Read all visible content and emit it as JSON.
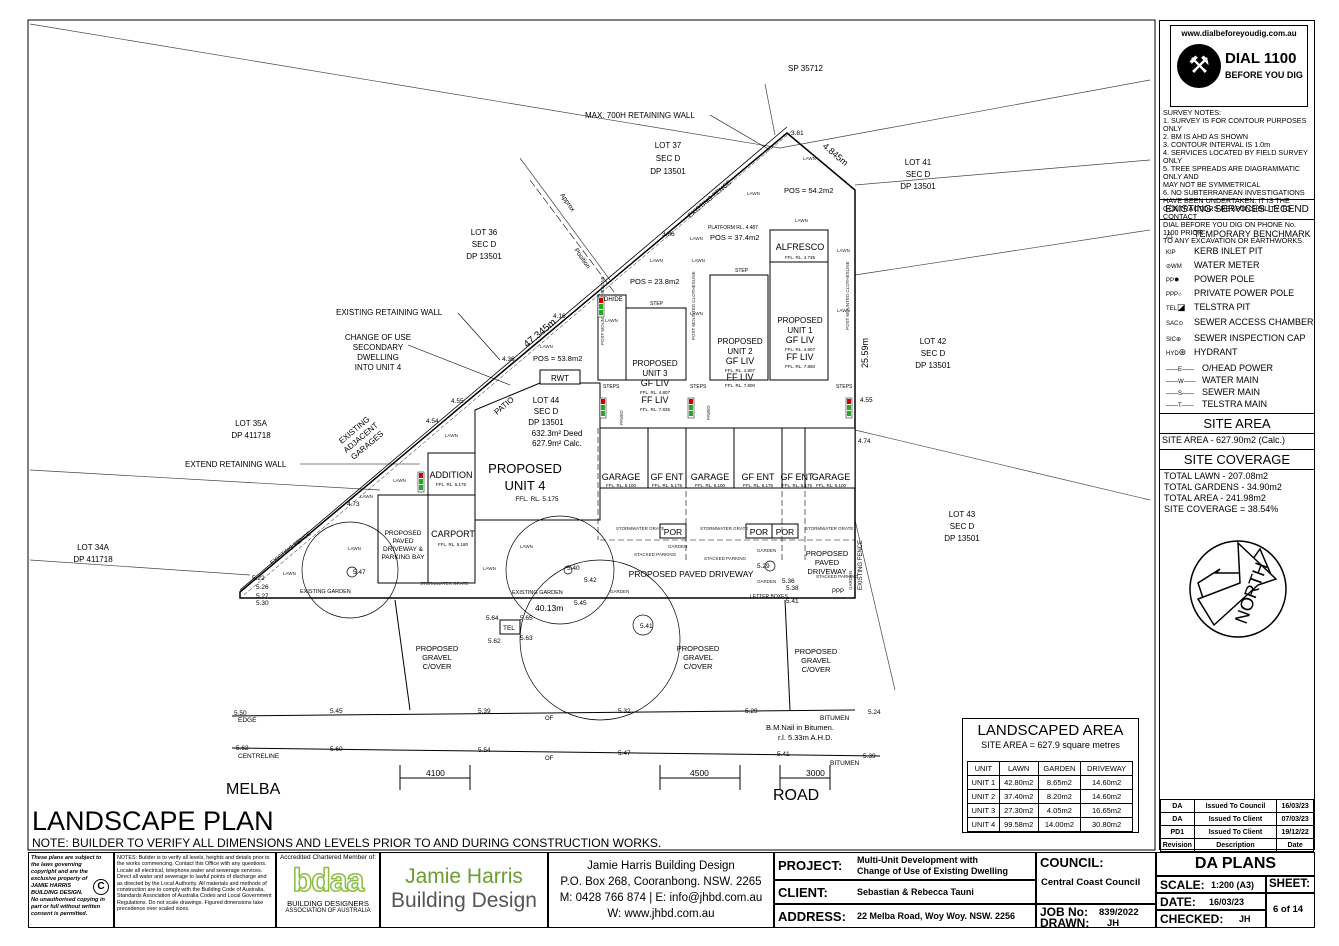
{
  "drawing": {
    "title": "LANDSCAPE PLAN",
    "note": "NOTE: BUILDER TO VERIFY ALL DIMENSIONS AND LEVELS PRIOR TO AND DURING CONSTRUCTION WORKS.",
    "road_left": "MELBA",
    "road_right": "ROAD",
    "lots": {
      "sp": "SP 35712",
      "lot37": [
        "LOT 37",
        "SEC D",
        "DP 13501"
      ],
      "lot36": [
        "LOT 36",
        "SEC D",
        "DP 13501"
      ],
      "lot41": [
        "LOT 41",
        "SEC D",
        "DP 13501"
      ],
      "lot42": [
        "LOT 42",
        "SEC D",
        "DP 13501"
      ],
      "lot43": [
        "LOT 43",
        "SEC D",
        "DP 13501"
      ],
      "lot35a": [
        "LOT 35A",
        "DP 411718"
      ],
      "lot34a": [
        "LOT 34A",
        "DP 411718"
      ],
      "lot44": [
        "LOT 44",
        "SEC D",
        "DP 13501",
        "632.3m² Deed",
        "627.9m² Calc."
      ]
    },
    "callouts": {
      "retaining_max": "MAX. 700H RETAINING WALL",
      "retaining_exist": "EXISTING RETAINING WALL",
      "change_use": [
        "CHANGE OF USE",
        "SECONDARY",
        "DWELLING",
        "INTO UNIT 4"
      ],
      "extend_wall": "EXTEND RETAINING WALL",
      "existing_garages": [
        "EXISTING",
        "ADJACENT",
        "GARAGES"
      ],
      "existing_fence": "EXISTING FENCE",
      "existing_garden": "EXISTING GARDEN",
      "letter_boxes": "LETTER BOXES",
      "bm_nail": [
        "B.M.Nail in Bitumen.",
        "r.l. 5.33m A.H.D."
      ],
      "edge": "EDGE",
      "centreline": "CENTRELINE",
      "bitumen": "BITUMEN",
      "of": "OF",
      "tel": "TEL",
      "ppp": "PPP",
      "dhde": "DH/DE",
      "rwt": "RWT",
      "patio": "PATIO",
      "step": "STEP",
      "steps": "STEPS",
      "lawn": "LAWN",
      "garden": "GARDEN",
      "paved": "PAVED",
      "stacked": "STACKED PARKING",
      "stormwater": "STORMWATER GRATE",
      "clothesline": "POST MOUNTED CLOTHESLINE",
      "approx": "Approx",
      "position": "Position"
    },
    "units": {
      "u1": [
        "PROPOSED",
        "UNIT 1",
        "GF LIV",
        "FF LIV"
      ],
      "u1_ffl": [
        "FFL. RL. 4.807",
        "FFL. RL. 7.850"
      ],
      "u2": [
        "PROPOSED",
        "UNIT 2",
        "GF LIV",
        "FF LIV"
      ],
      "u2_ffl": [
        "FFL. RL. 4.807",
        "FFL. RL. 7.800"
      ],
      "u3": [
        "PROPOSED",
        "UNIT 3",
        "GF LIV",
        "FF LIV"
      ],
      "u3_ffl": [
        "FFL. RL. 4.807",
        "FFL. RL. 7.835"
      ],
      "u4": [
        "PROPOSED",
        "UNIT 4"
      ],
      "u4_ffl": "FFL. RL. 5.175",
      "alfresco": "ALFRESCO",
      "alfresco_ffl": "FFL. RL. 4.735",
      "platform": "PLATFORM RL. 4.487",
      "addition": "ADDITION",
      "addition_ffl": "FFL. RL. 5.175",
      "carport": "CARPORT",
      "carport_ffl": "FFL. RL. 5.180",
      "garage": "GARAGE",
      "gf_ent": "GF ENT",
      "garage_ffl": [
        "FFL. RL. 5.100",
        "FFL. RL. 5.100",
        "FFL. RL. 5.100"
      ],
      "gfent_ffl": [
        "FFL. RL. 5.175",
        "FFL. RL. 5.175",
        "FFL. RL. 5.175"
      ],
      "por": "POR"
    },
    "pos": [
      "POS = 54.2m2",
      "POS = 37.4m2",
      "POS = 23.8m2",
      "POS = 53.8m2"
    ],
    "proposed": {
      "paved_driveway": "PROPOSED PAVED DRIVEWAY",
      "paved_left": [
        "PROPOSED",
        "PAVED",
        "DRIVEWAY &",
        "PARKING BAY"
      ],
      "paved_right": [
        "PROPOSED",
        "PAVED",
        "DRIVEWAY"
      ],
      "gravel": [
        "PROPOSED",
        "GRAVEL",
        "C/OVER"
      ]
    },
    "dims": {
      "d1": "47.345m",
      "d2": "4.845m",
      "d3": "25.59m",
      "d4": "40.13m",
      "d5": "4100",
      "d6": "4500",
      "d7": "3000",
      "rls": [
        "3.81",
        "3.86",
        "4.16",
        "4.36",
        "4.55",
        "4.54",
        "4.73",
        "5.22",
        "5.26",
        "5.27",
        "5.30",
        "5.47",
        "5.40",
        "5.42",
        "5.45",
        "5.64",
        "5.65",
        "5.62",
        "5.63",
        "5.41",
        "5.29",
        "5.36",
        "5.38",
        "5.41",
        "4.55",
        "4.74",
        "5.50",
        "5.45",
        "5.39",
        "5.32",
        "5.29",
        "5.24",
        "5.62",
        "5.60",
        "5.54",
        "5.47",
        "5.41",
        "5.39"
      ]
    }
  },
  "sidebar": {
    "dbyd_url": "www.dialbeforeyoudig.com.au",
    "dbyd_title": "DIAL 1100",
    "dbyd_sub": "BEFORE YOU DIG",
    "survey_notes": [
      "SURVEY NOTES:",
      "1. SURVEY IS FOR CONTOUR PURPOSES ONLY",
      "2. BM IS AHD AS SHOWN",
      "3. CONTOUR INTERVAL IS 1.0m",
      "4. SERVICES LOCATED BY FIELD SURVEY ONLY",
      "5. TREE SPREADS ARE DIAGRAMMATIC ONLY AND",
      "MAY NOT BE SYMMETRICAL",
      "6. NO SUBTERRANEAN INVESTIGATIONS",
      "HAVE BEEN UNDERTAKEN. IT IS THE",
      "CONTRACTORS RESPONSIBILITY TO CONTACT",
      "DIAL BEFORE YOU DIG ON PHONE No. 1100 PRIOR",
      "TO ANY EXCAVATION OR EARTHWORKS."
    ],
    "legend_title": "EXISTING SERVICES LEGEND",
    "legend": [
      {
        "sym": "△",
        "abbr": "",
        "label": "TEMPORARY BENCHMARK"
      },
      {
        "sym": "",
        "abbr": "KIP",
        "label": "KERB INLET PIT"
      },
      {
        "sym": "⊘",
        "abbr": "WM",
        "label": "WATER METER"
      },
      {
        "sym": "●",
        "abbr": "PP",
        "label": "POWER POLE"
      },
      {
        "sym": "○",
        "abbr": "PPP",
        "label": "PRIVATE POWER POLE"
      },
      {
        "sym": "◪",
        "abbr": "TEL",
        "label": "TELSTRA PIT"
      },
      {
        "sym": "⊙",
        "abbr": "SAC",
        "label": "SEWER ACCESS CHAMBER"
      },
      {
        "sym": "⊕",
        "abbr": "SIC",
        "label": "SEWER INSPECTION CAP"
      },
      {
        "sym": "⊛",
        "abbr": "HYD",
        "label": "HYDRANT"
      }
    ],
    "lines": [
      {
        "code": "E",
        "label": "O/HEAD POWER"
      },
      {
        "code": "W",
        "label": "WATER MAIN"
      },
      {
        "code": "S",
        "label": "SEWER MAIN"
      },
      {
        "code": "T",
        "label": "TELSTRA MAIN"
      }
    ],
    "site_area_title": "SITE AREA",
    "site_area": "SITE AREA - 627.90m2 (Calc.)",
    "coverage_title": "SITE COVERAGE",
    "coverage": [
      "TOTAL LAWN - 207.08m2",
      "TOTAL GARDENS - 34.90m2",
      "TOTAL AREA - 241.98m2",
      "SITE COVERAGE = 38.54%"
    ],
    "north": "NORTH",
    "revisions": [
      [
        "DA",
        "Issued To Council",
        "16/03/23"
      ],
      [
        "DA",
        "Issued To Client",
        "07/03/23"
      ],
      [
        "PD1",
        "Issued To Client",
        "19/12/22"
      ]
    ],
    "rev_headers": [
      "Revision",
      "Description",
      "Date"
    ]
  },
  "landscaped": {
    "title": "LANDSCAPED AREA",
    "subtitle": "SITE AREA = 627.9 square metres",
    "headers": [
      "UNIT",
      "LAWN",
      "GARDEN",
      "DRIVEWAY"
    ],
    "rows": [
      [
        "UNIT 1",
        "42.80m2",
        "8.65m2",
        "14.60m2"
      ],
      [
        "UNIT 2",
        "37.40m2",
        "8.20m2",
        "14.60m2"
      ],
      [
        "UNIT 3",
        "27.30m2",
        "4.05m2",
        "16.65m2"
      ],
      [
        "UNIT 4",
        "99.58m2",
        "14.00m2",
        "30.80m2"
      ]
    ]
  },
  "titleblock": {
    "copyright": [
      "These plans are subject to",
      "the laws governing",
      "copyright and are the",
      "exclusive property of",
      "JAMIE HARRIS",
      "BUILDING DESIGN.",
      "No unauthorised copying in",
      "part or full without written",
      "consent is permitted."
    ],
    "notes": "NOTES: Builder is to verify all levels, heights and details prior to the works commencing. Contact this Office with any questions. Locate all electrical, telephone,water and sewerage services. Direct all water and sewerage to lawful points of discharge and as directed by the Local Authority. All materials and methods of construction are to comply with the Building Code of Australia, Standards Association of Australia Codes and Local Government Regulations. Do not scale drawings. Figured dimensions take precedence over scaled sizes.",
    "bdaa_label": "Accredited Chartered Member of:",
    "bdaa_logo": "bdaa",
    "bdaa_1": "BUILDING DESIGNERS",
    "bdaa_2": "ASSOCIATION OF AUSTRALIA",
    "firm_1": "Jamie Harris",
    "firm_2": "Building Design",
    "contact": [
      "Jamie Harris Building Design",
      "P.O. Box 268, Cooranbong. NSW. 2265",
      "M: 0428 766 874 | E: info@jhbd.com.au",
      "W: www.jhbd.com.au"
    ],
    "project_label": "PROJECT:",
    "project": [
      "Multi-Unit Development with",
      "Change of Use of Existing Dwelling"
    ],
    "client_label": "CLIENT:",
    "client": "Sebastian & Rebecca Tauni",
    "address_label": "ADDRESS:",
    "address": "22 Melba Road, Woy Woy. NSW. 2256",
    "council_label": "COUNCIL:",
    "council": "Central Coast Council",
    "job_label": "JOB No:",
    "job": "839/2022",
    "drawn_label": "DRAWN:",
    "drawn": "JH",
    "da": "DA PLANS",
    "scale_label": "SCALE:",
    "scale": "1:200 (A3)",
    "sheet_label": "SHEET:",
    "date_label": "DATE:",
    "date": "16/03/23",
    "sheet": "6 of 14",
    "checked_label": "CHECKED:",
    "checked": "JH"
  }
}
